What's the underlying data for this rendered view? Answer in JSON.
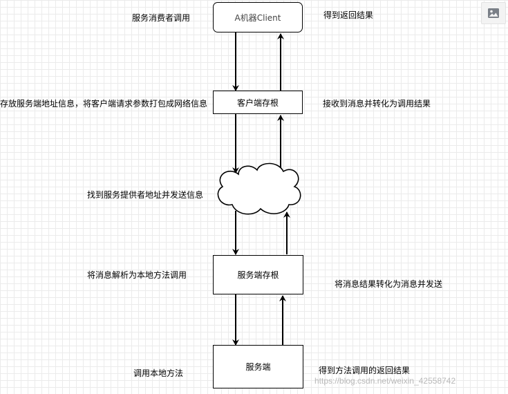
{
  "nodes": {
    "client": "A机器Client",
    "client_stub": "客户端存根",
    "server_stub": "服务端存根",
    "server": "服务端"
  },
  "labels": {
    "consumer_call": "服务消费者调用",
    "get_result": "得到返回结果",
    "store_info": "存放服务端地址信息，将客户端请求参数打包成网络信息",
    "receive_convert": "接收到消息并转化为调用结果",
    "find_provider": "找到服务提供者地址并发送信息",
    "parse_message": "将消息解析为本地方法调用",
    "convert_result": "将消息结果转化为消息并发送",
    "call_local": "调用本地方法",
    "get_method_result": "得到方法调用的返回结果"
  },
  "watermark": "https://blog.csdn.net/weixin_42558742",
  "toolbar": {
    "icon": "image-icon"
  }
}
